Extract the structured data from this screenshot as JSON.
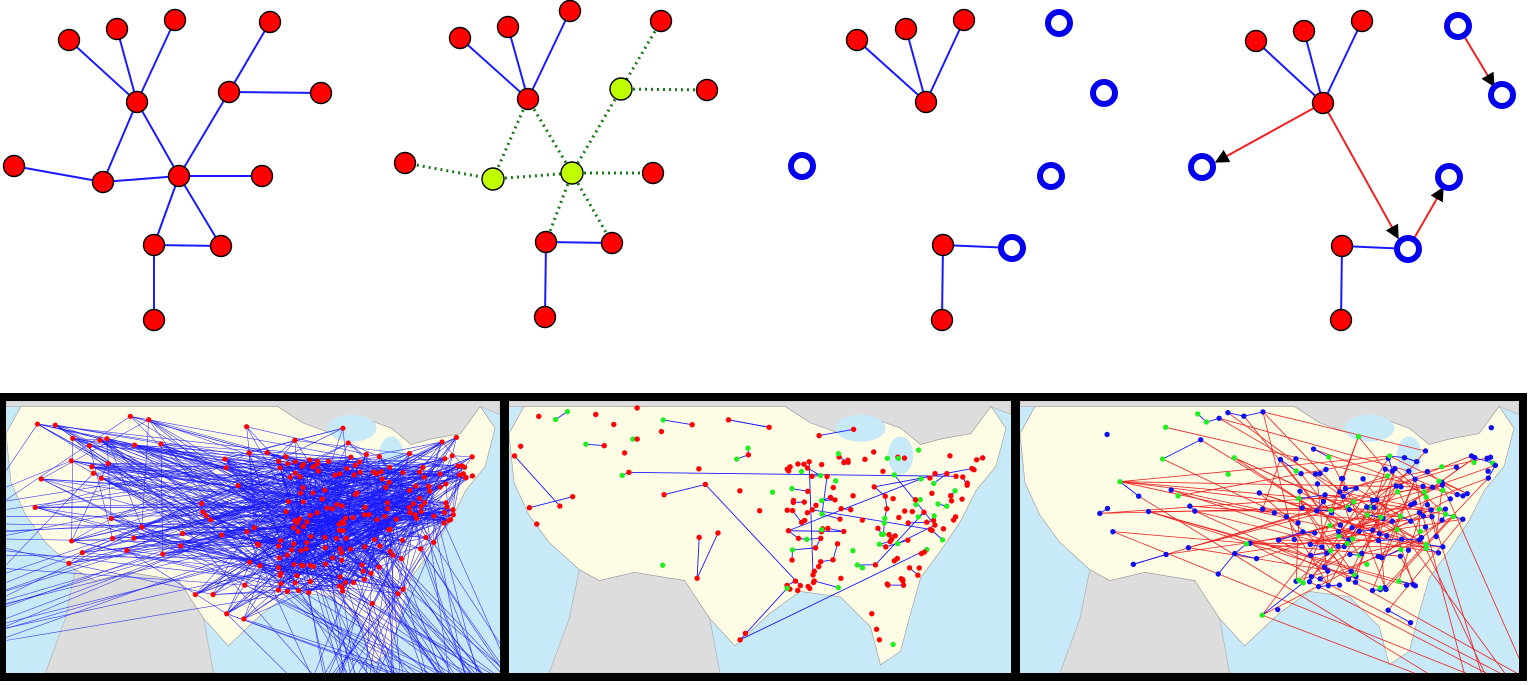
{
  "colors": {
    "node_red": "#ff0000",
    "node_green": "#bfff00",
    "node_blue": "#0000ee",
    "edge_blue": "#1a1aff",
    "edge_green_dotted": "#1a7a1a",
    "edge_red": "#ee2222",
    "arrow": "#000000",
    "panel_frame": "#000000",
    "ocean": "#c8e9f8",
    "land_us": "#fffce6",
    "land_other": "#dddddd",
    "map_point_green": "#22ee22",
    "map_point_red": "#ff0000",
    "map_point_blue": "#1010ee"
  },
  "top_panels": [
    {
      "id": "original-graph",
      "node_style": "red",
      "edge_style": "blue"
    },
    {
      "id": "selected-hubs",
      "node_style": "red+green",
      "edge_style": "blue+green-dotted"
    },
    {
      "id": "hubs-removed",
      "node_style": "red+blue-ring",
      "edge_style": "blue"
    },
    {
      "id": "reconnected",
      "node_style": "red+blue-ring",
      "edge_style": "blue+red-arrows"
    }
  ],
  "map_panels": [
    {
      "id": "map-full-network",
      "point_color": "red",
      "edge_color": "blue"
    },
    {
      "id": "map-hubs-removed",
      "point_color": "red+green",
      "edge_color": "blue"
    },
    {
      "id": "map-rewired",
      "point_color": "blue+green",
      "edge_color": "red+blue"
    }
  ]
}
